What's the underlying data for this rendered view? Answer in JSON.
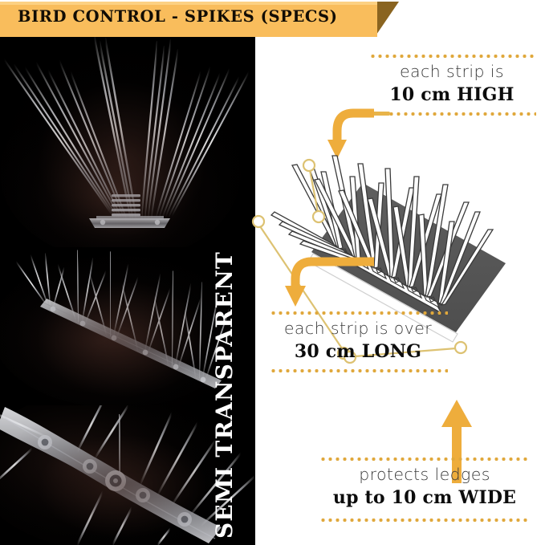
{
  "header": {
    "title": "BIRD CONTROL - SPIKES (SPECS)",
    "ribbon_color": "#f9bd5c",
    "fold_color": "#8a6420",
    "text_color": "#120d05"
  },
  "side_label": {
    "text": "SEMI TRANSPARENT",
    "color": "#ffffff"
  },
  "photos": [
    {
      "name": "spike-strip-end-on-view",
      "alt": "Bird spike strip seen end-on with spikes fanning out in a V"
    },
    {
      "name": "spike-strip-angled-view",
      "alt": "Full bird spike strip at a diagonal angle"
    },
    {
      "name": "spike-strip-base-closeup",
      "alt": "Close-up of the spike strip base with screw holes"
    }
  ],
  "callouts": [
    {
      "id": "height",
      "line1": "each strip is",
      "line2": "10 cm HIGH",
      "arrow": "curved-arrow-down-left",
      "position": "top-right"
    },
    {
      "id": "length",
      "line1": "each strip is over",
      "line2": "30 cm LONG",
      "arrow": "curved-arrow-down-left",
      "position": "bottom-left"
    },
    {
      "id": "width",
      "line1": "protects ledges",
      "line2": "up to 10 cm WIDE",
      "arrow": "straight-arrow-up",
      "position": "bottom-right"
    }
  ],
  "diagram": {
    "name": "isometric-spike-strip-on-ledge",
    "ledge_color": "#585858",
    "strip_color": "#ffffff",
    "measure_line_color": "#e0c471",
    "accent_color": "#eead3c"
  },
  "colors": {
    "accent": "#eead3c",
    "accent_light": "#f9bd5c",
    "dotted": "#e0a83c",
    "panel_black": "#000000",
    "background": "#ffffff"
  }
}
